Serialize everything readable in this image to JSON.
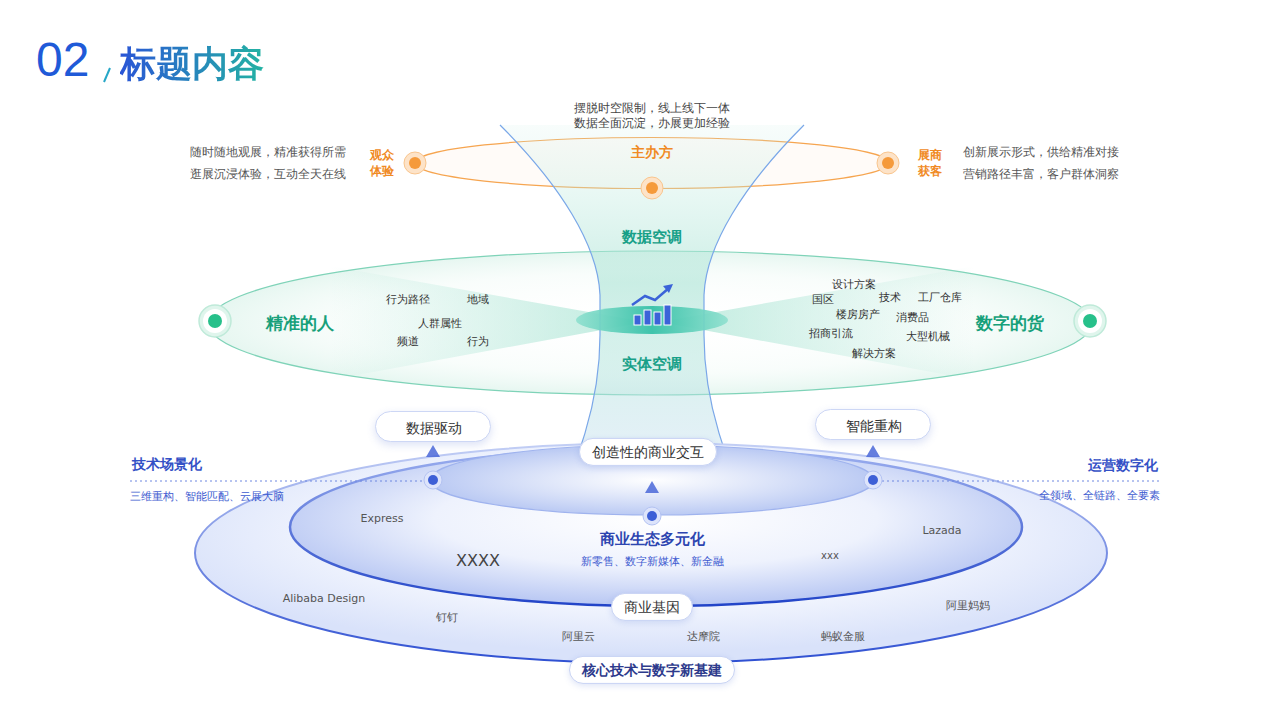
{
  "diagram": {
    "title": "标题内容",
    "nodes": [
      {
        "text": [
          "摆脱时空限制，线上线下一体 数据全面沉淀，办展更加经验",
          "主办方",
          "数据空调",
          "实体空调"
        ]
      },
      {
        "text": [
          "观众 体验",
          "随时随地观展，精准获得所需 逛展沉浸体验，互动全天在线"
        ]
      },
      {
        "text": [
          "展商 获客",
          "创新展示形式，供给精准对接 营销路径丰富，客户群体洞察"
        ]
      },
      {
        "text": [
          "精准的人"
        ]
      },
      {
        "text": [
          "数字的货"
        ]
      },
      {
        "text": [
          "数据驱动"
        ]
      },
      {
        "text": [
          "智能重构"
        ]
      },
      {
        "text": [
          "核心技术与数字新基建"
        ]
      },
      {
        "text": [
          "商业基因"
        ],
        "in": 7
      },
      {
        "text": [
          "创造性的商业交互"
        ],
        "in": 8
      },
      {
        "text": [
          "商业生态多元化",
          "新零售、数字新媒体、新金融"
        ],
        "in": 8
      }
    ],
    "labels": [
      "02",
      "行为路径",
      "地域",
      "人群属性",
      "频道",
      "行为",
      "设计方案",
      "国区",
      "技术",
      "工厂仓库",
      "楼房房产",
      "消费品",
      "招商引流",
      "大型机械",
      "解决方案",
      "技术场景化",
      "三维重构、智能匹配、云展大脑",
      "运营数字化",
      "全领域、全链路、全要素",
      "Express",
      "Lazada",
      "XXXX",
      "xxx",
      "Alibaba Design",
      "阿里妈妈",
      "钉钉",
      "阿里云",
      "达摩院",
      "蚂蚁金服"
    ]
  }
}
